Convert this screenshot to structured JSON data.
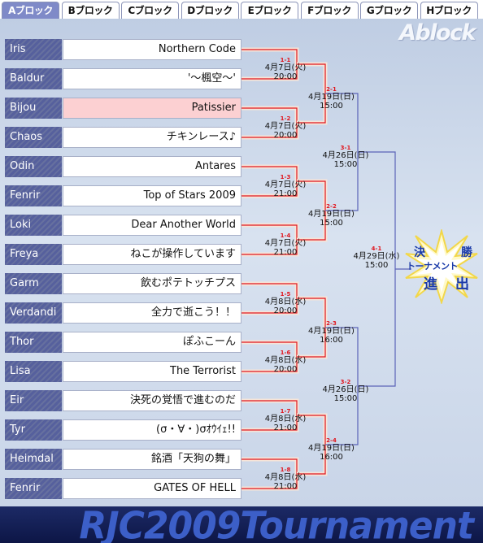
{
  "tabs": [
    {
      "label": "Aブロック",
      "active": true
    },
    {
      "label": "Bブロック",
      "active": false
    },
    {
      "label": "Cブロック",
      "active": false
    },
    {
      "label": "Dブロック",
      "active": false
    },
    {
      "label": "Eブロック",
      "active": false
    },
    {
      "label": "Fブロック",
      "active": false
    },
    {
      "label": "Gブロック",
      "active": false
    },
    {
      "label": "Hブロック",
      "active": false
    }
  ],
  "block_logo": "Ablock",
  "entries": [
    {
      "player": "Iris",
      "team": "Northern Code",
      "highlight": false
    },
    {
      "player": "Baldur",
      "team": "'～楓空～'",
      "highlight": false
    },
    {
      "player": "Bijou",
      "team": "Patissier",
      "highlight": true
    },
    {
      "player": "Chaos",
      "team": "チキンレース♪",
      "highlight": false
    },
    {
      "player": "Odin",
      "team": "Antares",
      "highlight": false
    },
    {
      "player": "Fenrir",
      "team": "Top of Stars 2009",
      "highlight": false
    },
    {
      "player": "Loki",
      "team": "Dear Another World",
      "highlight": false
    },
    {
      "player": "Freya",
      "team": "ねこが操作しています",
      "highlight": false
    },
    {
      "player": "Garm",
      "team": "飲むポテトッチプス",
      "highlight": false
    },
    {
      "player": "Verdandi",
      "team": "全力で逝こう！！",
      "highlight": false
    },
    {
      "player": "Thor",
      "team": "ぽふこーん",
      "highlight": false
    },
    {
      "player": "Lisa",
      "team": "The Terrorist",
      "highlight": false
    },
    {
      "player": "Eir",
      "team": "決死の覚悟で進むのだ",
      "highlight": false
    },
    {
      "player": "Tyr",
      "team": "(σ・∀・)σｵｳｲｪ!!",
      "highlight": false
    },
    {
      "player": "Heimdal",
      "team": "銘酒「天狗の舞」",
      "highlight": false
    },
    {
      "player": "Fenrir",
      "team": "GATES OF HELL",
      "highlight": false
    }
  ],
  "matches": [
    {
      "id": "1-1",
      "date": "4月7日(火)",
      "time": "20:00"
    },
    {
      "id": "1-2",
      "date": "4月7日(火)",
      "time": "20:00"
    },
    {
      "id": "1-3",
      "date": "4月7日(火)",
      "time": "21:00"
    },
    {
      "id": "1-4",
      "date": "4月7日(火)",
      "time": "21:00"
    },
    {
      "id": "1-5",
      "date": "4月8日(水)",
      "time": "20:00"
    },
    {
      "id": "1-6",
      "date": "4月8日(水)",
      "time": "20:00"
    },
    {
      "id": "1-7",
      "date": "4月8日(水)",
      "time": "21:00"
    },
    {
      "id": "1-8",
      "date": "4月8日(水)",
      "time": "21:00"
    },
    {
      "id": "2-1",
      "date": "4月19日(日)",
      "time": "15:00"
    },
    {
      "id": "2-2",
      "date": "4月19日(日)",
      "time": "15:00"
    },
    {
      "id": "2-3",
      "date": "4月19日(日)",
      "time": "16:00"
    },
    {
      "id": "2-4",
      "date": "4月19日(日)",
      "time": "16:00"
    },
    {
      "id": "3-1",
      "date": "4月26日(日)",
      "time": "15:00"
    },
    {
      "id": "3-2",
      "date": "4月26日(日)",
      "time": "15:00"
    },
    {
      "id": "4-1",
      "date": "4月29日(水)",
      "time": "15:00"
    }
  ],
  "burst": {
    "line1a": "決",
    "line1b": "勝",
    "line2": "トーナメント",
    "line3a": "進",
    "line3b": "出"
  },
  "footer_title": "RJC2009Tournament",
  "colors": {
    "accent_red": "#e0161e",
    "player_bg": "#56609d",
    "highlight": "#fcd0d2",
    "bracket_blue": "#5b63b8",
    "footer_bg": "#1c2a66"
  }
}
